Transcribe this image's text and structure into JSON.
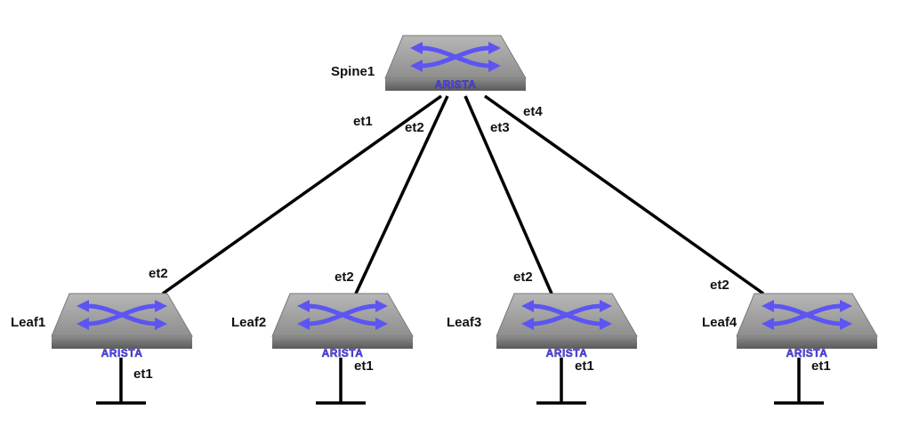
{
  "colors": {
    "switch_top": "#9a9a9a",
    "switch_front": "#6e6e6e",
    "arrow": "#5c55f2",
    "brand": "#5a50ff",
    "link": "#000000"
  },
  "icons": {
    "switch": "switch-icon",
    "arrows": "crossed-arrows-icon"
  },
  "spine": {
    "name": "Spine1",
    "brand": "ARISTA"
  },
  "leaves": [
    {
      "name": "Leaf1",
      "brand": "ARISTA"
    },
    {
      "name": "Leaf2",
      "brand": "ARISTA"
    },
    {
      "name": "Leaf3",
      "brand": "ARISTA"
    },
    {
      "name": "Leaf4",
      "brand": "ARISTA"
    }
  ],
  "links": [
    {
      "spine_port": "et1",
      "leaf_port": "et2"
    },
    {
      "spine_port": "et2",
      "leaf_port": "et2"
    },
    {
      "spine_port": "et3",
      "leaf_port": "et2"
    },
    {
      "spine_port": "et4",
      "leaf_port": "et2"
    }
  ],
  "host_ports": [
    "et1",
    "et1",
    "et1",
    "et1"
  ]
}
